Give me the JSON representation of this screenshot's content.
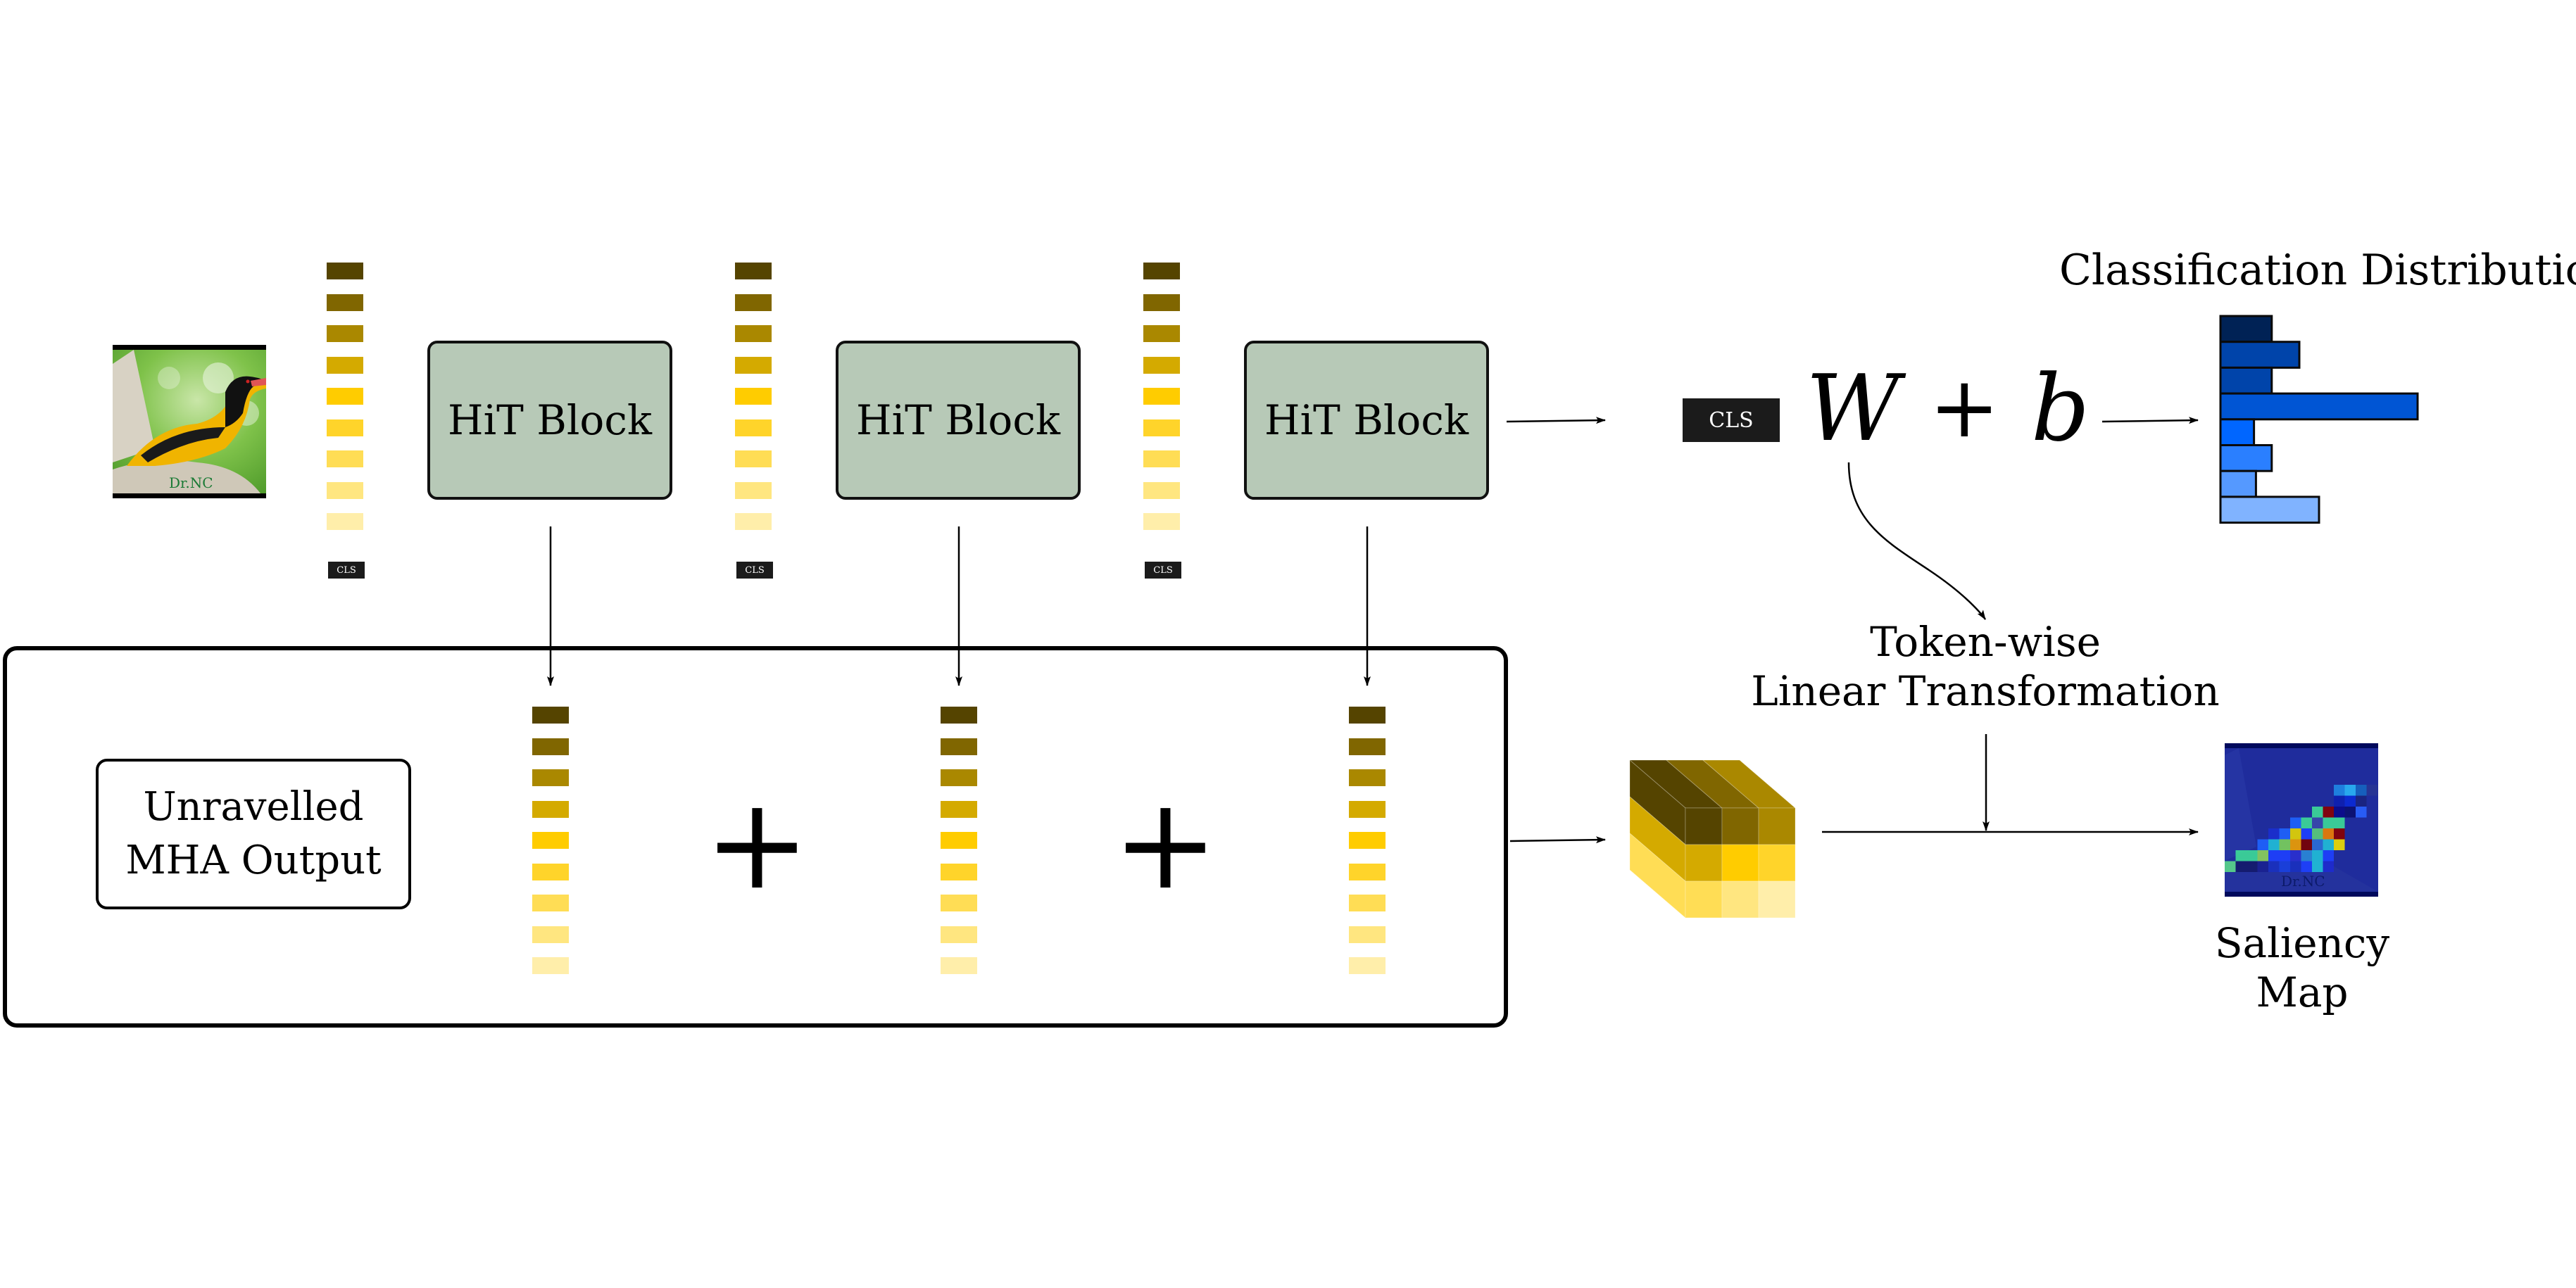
{
  "colors": {
    "token_palette": [
      "#554400",
      "#806600",
      "#aa8800",
      "#d4aa00",
      "#ffcc00",
      "#ffd42a",
      "#ffdd55",
      "#ffe680",
      "#ffeeaa"
    ],
    "hit_block_fill": "#b7c9b7",
    "cls_fill": "#1b1b1b",
    "distribution_palette": [
      "#002255",
      "#0044aa",
      "#0044aa",
      "#0055d4",
      "#0066ff",
      "#2a7fff",
      "#5599ff",
      "#80b3ff"
    ]
  },
  "input": {
    "image_alt": "bird photo (black-hooded oriole)",
    "watermark": "Dr.NC"
  },
  "token_columns_top": [
    {
      "cls_label": "CLS"
    },
    {
      "cls_label": "CLS"
    },
    {
      "cls_label": "CLS"
    }
  ],
  "hit_blocks": [
    {
      "label": "HiT Block"
    },
    {
      "label": "HiT Block"
    },
    {
      "label": "HiT Block"
    }
  ],
  "classifier": {
    "cls_label": "CLS",
    "equation_w": "W",
    "equation_plus": "+",
    "equation_b": "b"
  },
  "classification_distribution": {
    "title": "Classification Distribution",
    "bars": [
      0.26,
      0.4,
      0.26,
      1.0,
      0.17,
      0.26,
      0.18,
      0.5
    ]
  },
  "mha_panel": {
    "label_line1": "Unravelled",
    "label_line2": "MHA Output",
    "plus_signs": [
      "+",
      "+"
    ]
  },
  "token_wise": {
    "line1": "Token-wise",
    "line2": "Linear Transformation"
  },
  "saliency": {
    "label": "Saliency Map",
    "watermark": "Dr.NC"
  }
}
